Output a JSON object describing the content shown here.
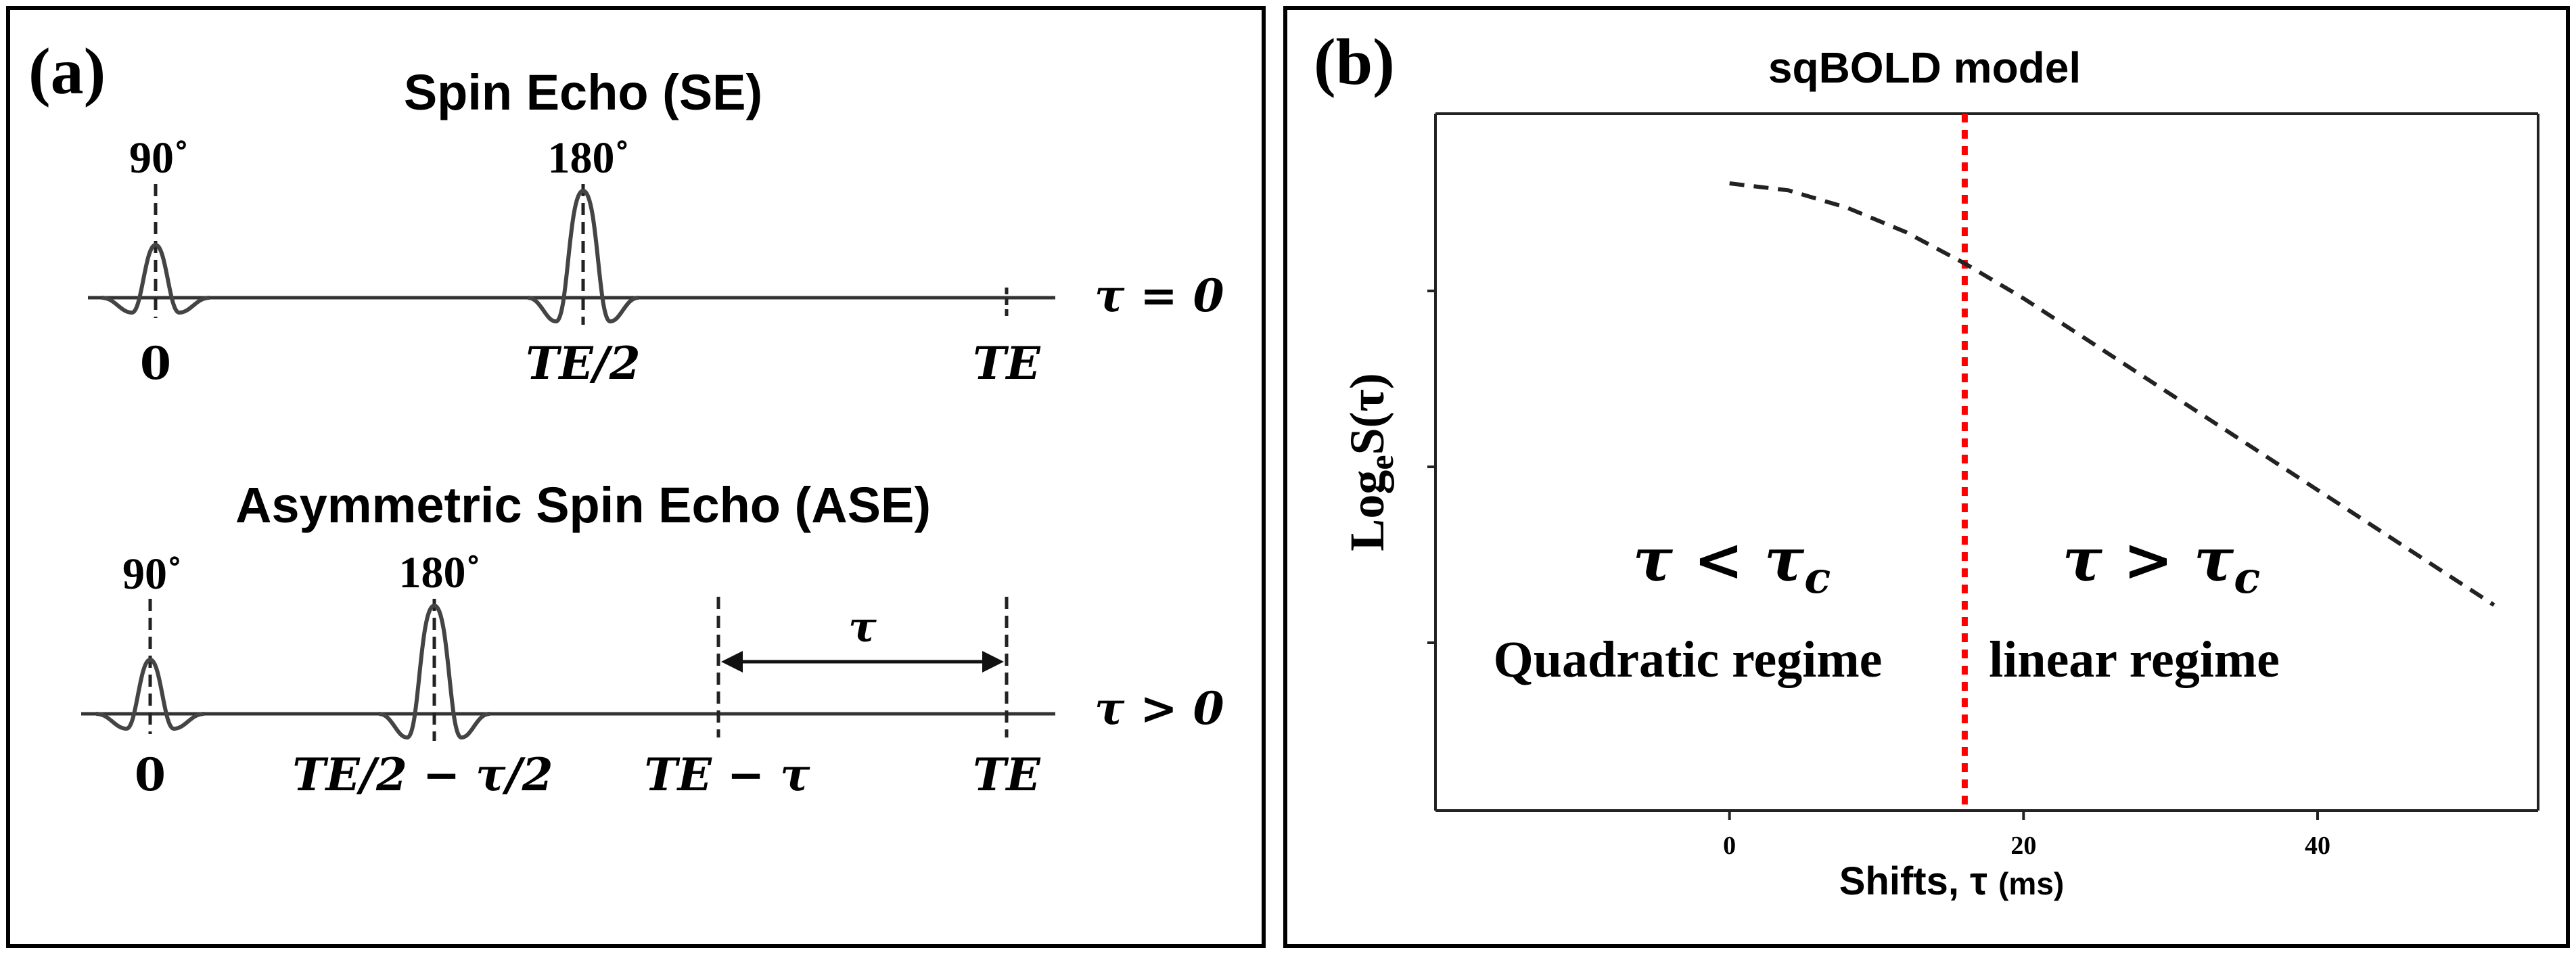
{
  "panel_a": {
    "label": "(a)",
    "se": {
      "title": "Spin Echo (SE)",
      "pulse1_angle": "90˚",
      "pulse2_angle": "180˚",
      "tick_zero": "0",
      "tick_half": "TE/2",
      "tick_te": "TE",
      "condition": "τ = 0"
    },
    "ase": {
      "title": "Asymmetric Spin Echo (ASE)",
      "pulse1_angle": "90˚",
      "pulse2_angle": "180˚",
      "tick_zero": "0",
      "tick_half": "TE/2 − τ/2",
      "tick_te_minus": "TE − τ",
      "tick_te": "TE",
      "interval_label": "τ",
      "condition": "τ > 0"
    }
  },
  "panel_b": {
    "label": "(b)",
    "title": "sqBOLD model",
    "ylabel_main": "Log",
    "ylabel_sub": "e",
    "ylabel_rest": "S(τ)",
    "xlabel_main": "Shifts, τ",
    "xlabel_unit": "(ms)",
    "regime_left_cond_main": "τ < τ",
    "regime_left_cond_sub": "c",
    "regime_left_name": "Quadratic regime",
    "regime_right_cond_main": "τ > τ",
    "regime_right_cond_sub": "c",
    "regime_right_name": "linear regime",
    "divider_color": "#ff0000",
    "curve_color": "#222222"
  },
  "chart_data": {
    "type": "line",
    "title": "sqBOLD model",
    "xlabel": "Shifts, τ (ms)",
    "ylabel": "Loge S(τ)",
    "x_ticks": [
      0,
      20,
      40
    ],
    "xlim": [
      -20,
      55
    ],
    "ylim": [
      0,
      1
    ],
    "tau_c": 16,
    "series": [
      {
        "style": "dashed",
        "x": [
          0,
          4,
          8,
          12,
          16,
          20,
          24,
          28,
          32,
          36,
          40,
          44,
          48,
          52
        ],
        "y": [
          0.9,
          0.89,
          0.865,
          0.83,
          0.785,
          0.735,
          0.68,
          0.625,
          0.57,
          0.515,
          0.46,
          0.405,
          0.35,
          0.295
        ]
      }
    ]
  }
}
